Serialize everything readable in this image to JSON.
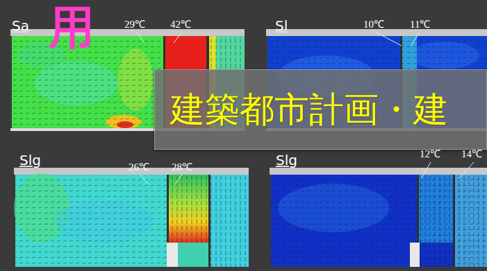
{
  "diagram": {
    "nodes": [
      {
        "text": [
          "Sa"
        ]
      },
      {
        "text": [
          "Sl"
        ]
      },
      {
        "text": [
          "Slg"
        ]
      },
      {
        "text": [
          "Slg"
        ]
      },
      {
        "text": [
          "建築都市計画・建"
        ]
      }
    ],
    "labels": [
      "用",
      "29℃",
      "42℃",
      "10℃",
      "11℃",
      "26℃",
      "28℃",
      "12℃",
      "14℃"
    ]
  }
}
